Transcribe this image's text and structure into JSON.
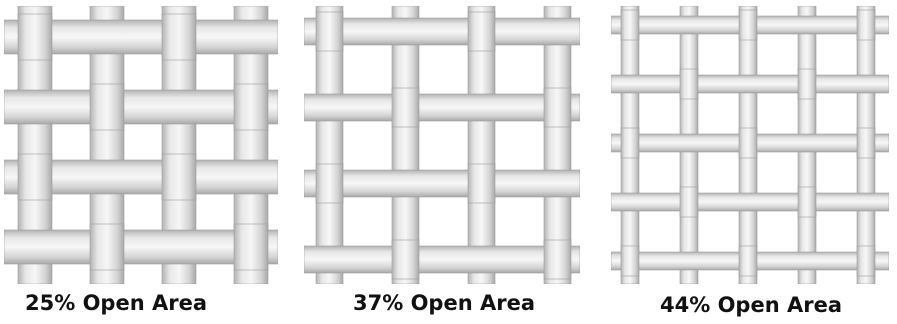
{
  "panels": [
    {
      "caption": "25% Open Area",
      "open_area_percent": 25
    },
    {
      "caption": "37% Open Area",
      "open_area_percent": 37
    },
    {
      "caption": "44% Open Area",
      "open_area_percent": 44
    }
  ]
}
